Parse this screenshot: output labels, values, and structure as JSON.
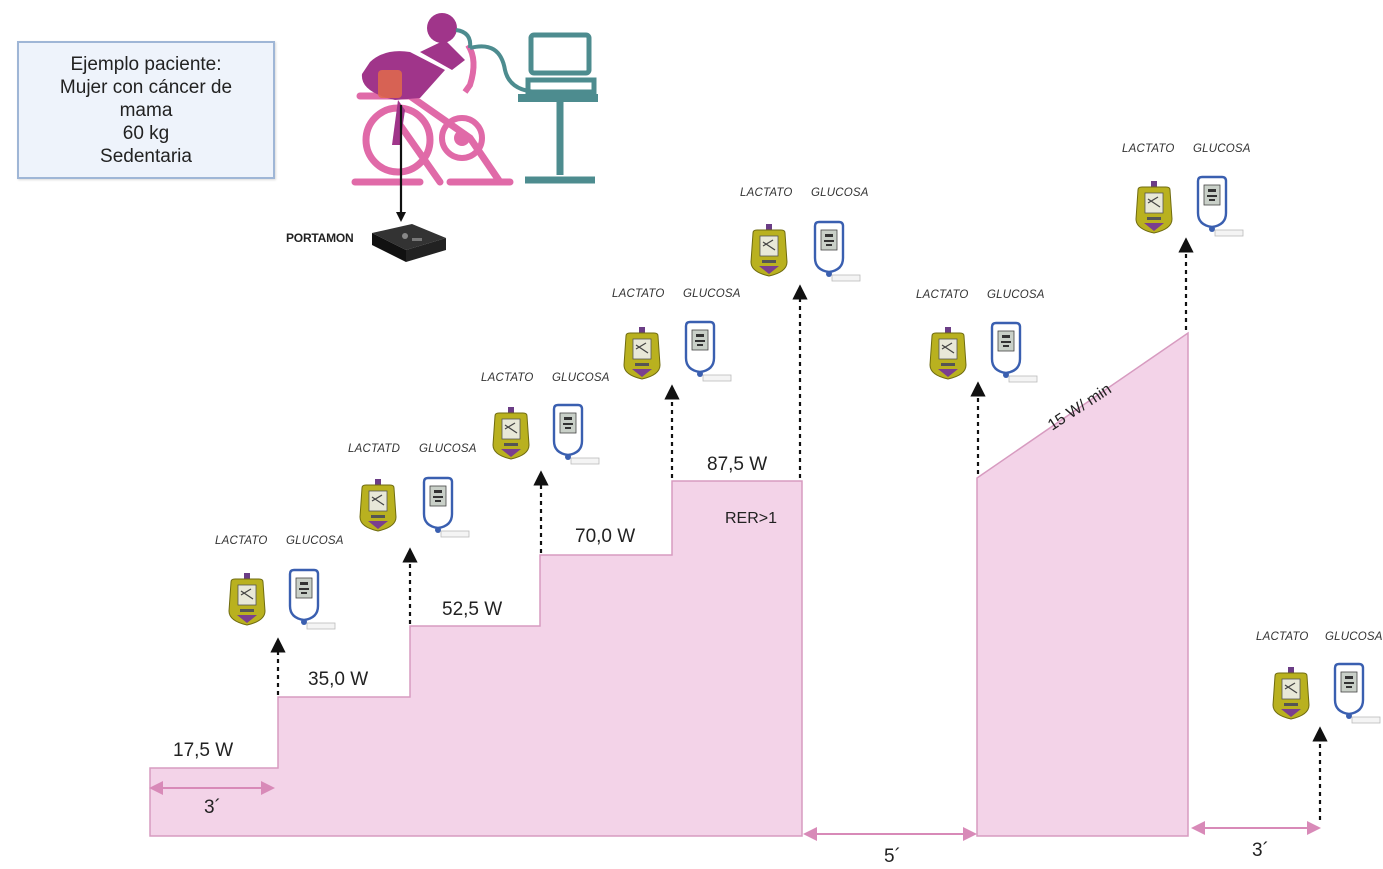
{
  "patient": {
    "lines": [
      "Ejemplo paciente:",
      "Mujer con cáncer de",
      "mama",
      "60 kg",
      "Sedentaria"
    ]
  },
  "equipment": {
    "portamon_label": "PORTAMON",
    "lactate_label": "LACTATO",
    "lactate_label_stage2": "LACTATD",
    "glucose_label": "GLUCOSA"
  },
  "protocol": {
    "stage_loads": [
      "17,5 W",
      "35,0 W",
      "52,5 W",
      "70,0 W",
      "87,5 W"
    ],
    "stage_duration": "3´",
    "rest_duration": "5´",
    "final_duration": "3´",
    "rer_note": "RER>1",
    "ramp_rate": "15 W/ min"
  },
  "colors": {
    "fill": "#f3d3e8",
    "stroke": "#d79bc0",
    "arrow_pink": "#d88ab8",
    "bike_purple": "#a0358a",
    "bike_pink": "#e06aa8",
    "monitor_teal": "#4d8c8f",
    "lactate_yellow": "#b9b11f",
    "glucose_blue": "#3a5fb0"
  }
}
